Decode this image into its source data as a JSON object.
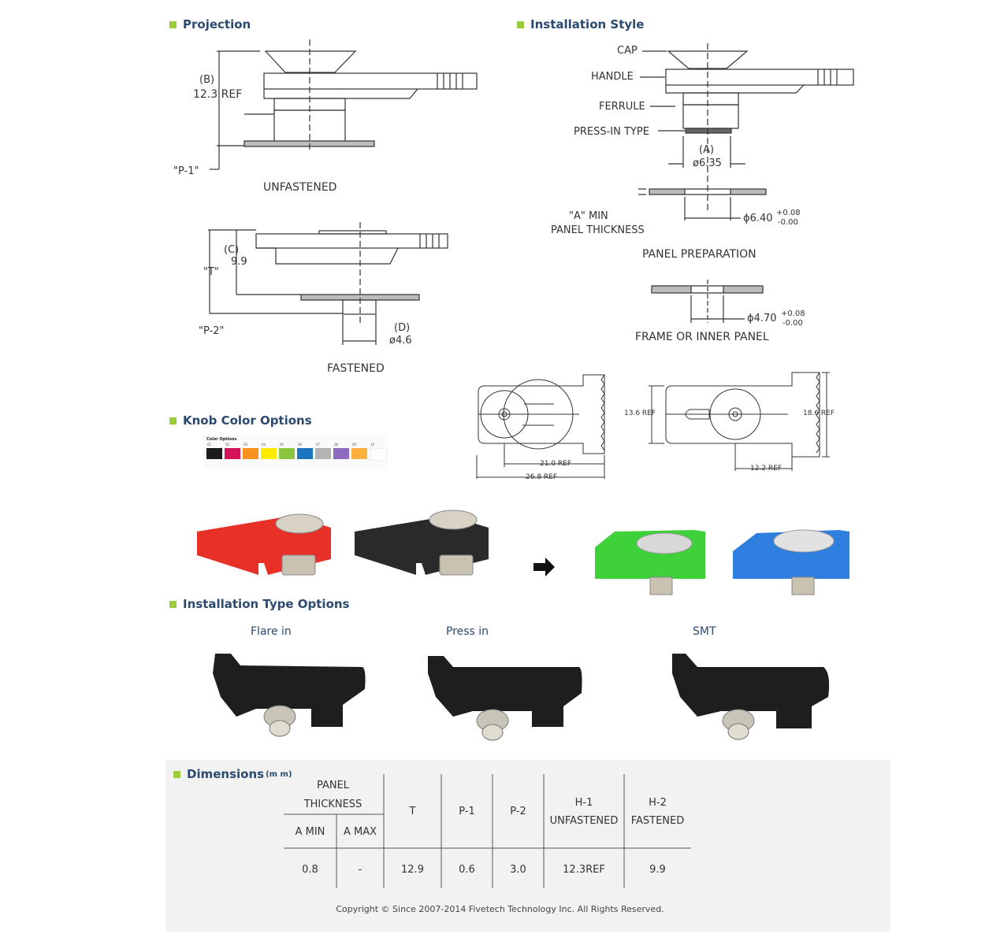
{
  "accent_color": "#9ccc3c",
  "title_color": "#2b4a6f",
  "sections": {
    "projection": "Projection",
    "installation_style": "Installation Style",
    "knob_color_options": "Knob Color Options",
    "installation_type_options": "Installation Type Options",
    "dimensions": "Dimensions",
    "dimensions_unit": "(m m)"
  },
  "projection": {
    "unfastened": {
      "b_label": "(B)",
      "b_value": "12.3 REF",
      "p1": "\"P-1\"",
      "caption": "UNFASTENED"
    },
    "fastened": {
      "c_label": "(C)",
      "c_value": "9.9",
      "t_label": "\"T\"",
      "p2": "\"P-2\"",
      "d_label": "(D)",
      "d_value": "ø4.6",
      "caption": "FASTENED"
    }
  },
  "installation_style": {
    "cap": "CAP",
    "handle": "HANDLE",
    "ferrule": "FERRULE",
    "press_in_type": "PRESS-IN TYPE",
    "a_label": "(A)",
    "a_value": "ø6.35",
    "a_min": "\"A\" MIN",
    "panel_thickness": "PANEL THICKNESS",
    "panel_hole": "ϕ6.40",
    "panel_tol_plus": "+0.08",
    "panel_tol_minus": "-0.00",
    "panel_preparation": "PANEL PREPARATION",
    "frame_hole": "ϕ4.70",
    "frame_tol_plus": "+0.08",
    "frame_tol_minus": "-0.00",
    "frame_caption": "FRAME OR INNER PANEL"
  },
  "top_view": {
    "dim_21": "21.0 REF",
    "dim_268": "26.8 REF",
    "dim_136": "13.6 REF",
    "dim_186": "18.6 REF",
    "dim_122": "12.2 REF"
  },
  "color_chart": {
    "title": "Color Options",
    "swatches": [
      {
        "code": "01",
        "color": "#1a1a1a"
      },
      {
        "code": "02",
        "color": "#d4145a"
      },
      {
        "code": "03",
        "color": "#f7931e"
      },
      {
        "code": "04",
        "color": "#ffec00"
      },
      {
        "code": "05",
        "color": "#8cc63f"
      },
      {
        "code": "06",
        "color": "#1b75bc"
      },
      {
        "code": "07",
        "color": "#b3b3b3"
      },
      {
        "code": "08",
        "color": "#8e6bbf"
      },
      {
        "code": "09",
        "color": "#fbb03b"
      },
      {
        "code": "10",
        "color": "#ffffff"
      }
    ]
  },
  "knob_photos": {
    "colors": [
      "#e63028",
      "#2a2a2a",
      "#3fd13a",
      "#2f7fe0"
    ]
  },
  "installation_types": [
    "Flare in",
    "Press in",
    "SMT"
  ],
  "table": {
    "panel": "PANEL",
    "thickness": "THICKNESS",
    "a_min": "A MIN",
    "a_max": "A MAX",
    "t": "T",
    "p1": "P-1",
    "p2": "P-2",
    "h1": "H-1",
    "h1_sub": "UNFASTENED",
    "h2": "H-2",
    "h2_sub": "FASTENED",
    "row": [
      "0.8",
      "-",
      "12.9",
      "0.6",
      "3.0",
      "12.3REF",
      "9.9"
    ]
  },
  "copyright": "Copyright © Since 2007-2014 Fivetech Technology Inc. All Rights Reserved."
}
